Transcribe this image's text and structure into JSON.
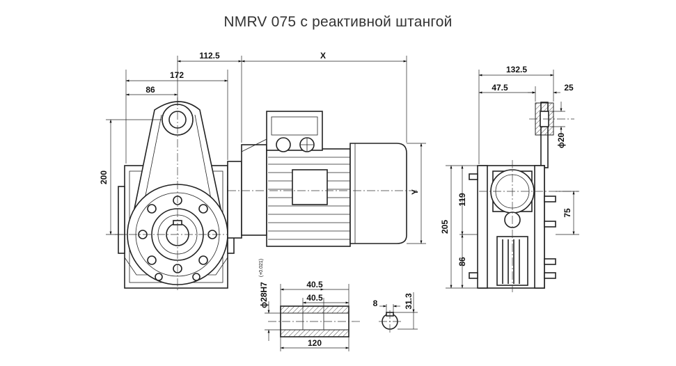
{
  "title": "NMRV 075 с реактивной штангой",
  "dimensions": {
    "d112": "112.5",
    "x": "X",
    "d172": "172",
    "d86top": "86",
    "d200": "200",
    "y": "Y",
    "d1325": "132.5",
    "d475": "47.5",
    "d25": "25",
    "phi20": "ϕ20",
    "d119": "119",
    "d205": "205",
    "d75": "75",
    "d86side": "86",
    "bore": "ϕ28H7",
    "bore_tol": "(+0.021)",
    "d405a": "40.5",
    "d405b": "40.5",
    "d120": "120",
    "d8": "8",
    "d313": "31.3"
  }
}
